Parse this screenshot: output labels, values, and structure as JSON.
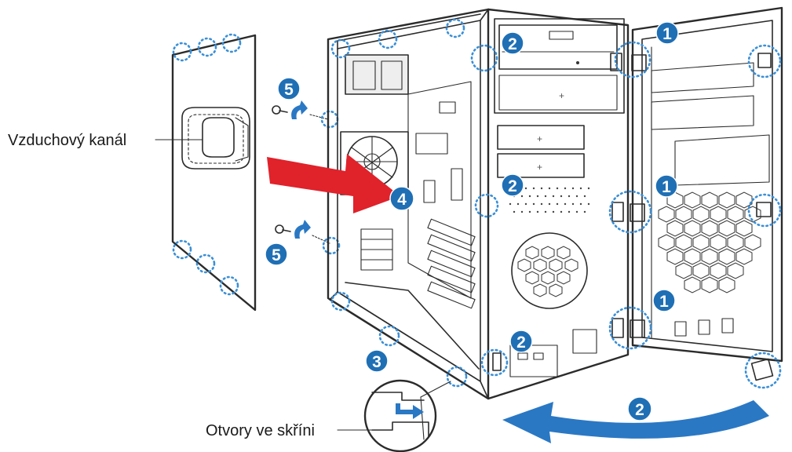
{
  "labels": {
    "air_duct": "Vzduchový kanál",
    "chassis_holes": "Otvory ve skříni"
  },
  "steps": {
    "s1": "1",
    "s2": "2",
    "s3": "3",
    "s4": "4",
    "s5": "5"
  },
  "colors": {
    "badge": "#1f6fb5",
    "dotted_highlight": "#3a8fd6",
    "insert_arrow": "#e0222b",
    "curved_arrow": "#2a78c4",
    "detail_arrow": "#2a78c4"
  },
  "icons": {
    "screw": "screw-icon",
    "rotate": "rotate-arrow-icon",
    "insert": "insert-arrow-icon",
    "swing": "swing-arrow-icon"
  }
}
